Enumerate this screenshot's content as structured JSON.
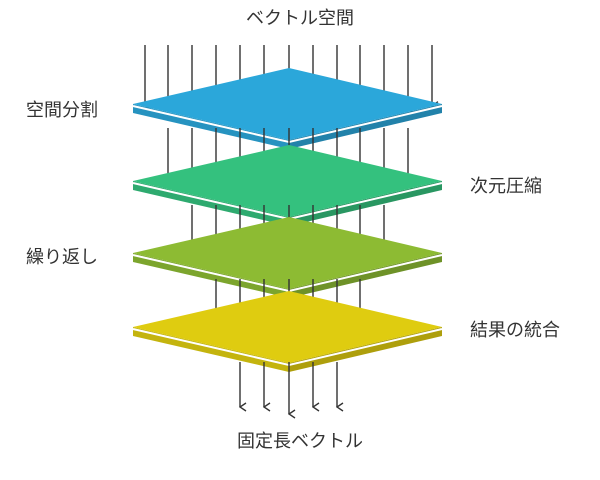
{
  "title_top": "ベクトル空間",
  "title_bottom": "固定長ベクトル",
  "layers": [
    {
      "label": "空間分割",
      "color": "#2BA7DA",
      "side": "left"
    },
    {
      "label": "次元圧縮",
      "color": "#34C17E",
      "side": "right"
    },
    {
      "label": "繰り返し",
      "color": "#8DBB33",
      "side": "left"
    },
    {
      "label": "結果の統合",
      "color": "#DFCC10",
      "side": "right"
    }
  ],
  "arrow_color": "#333333"
}
